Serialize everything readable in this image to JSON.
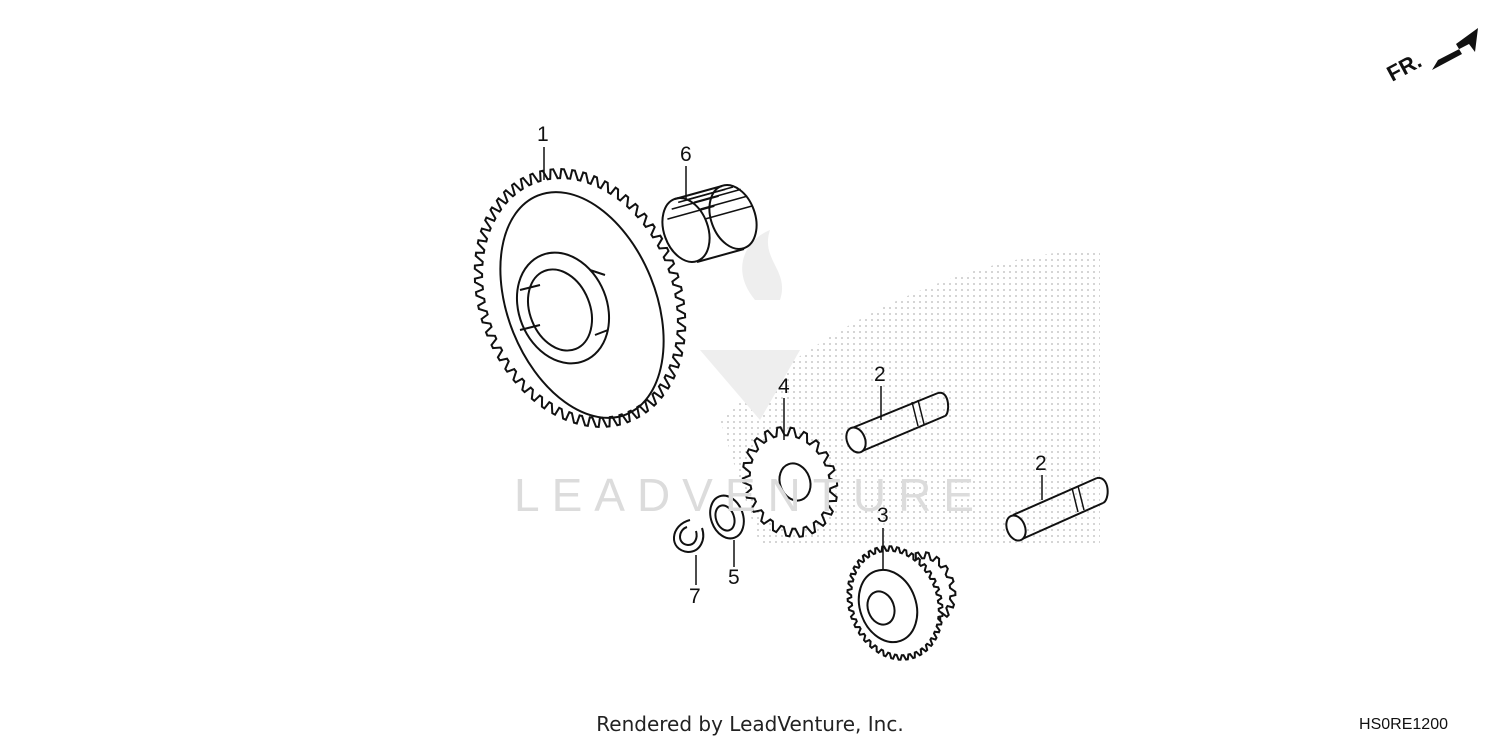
{
  "diagram_code": "HS0RE1200",
  "footer": "Rendered by LeadVenture, Inc.",
  "watermark": "LEADVENTURE",
  "direction_arrow": {
    "label": "FR.",
    "icon": "front-direction-arrow-icon"
  },
  "callouts": [
    {
      "id": "c1",
      "number": "1",
      "part": "large-gear"
    },
    {
      "id": "c6",
      "number": "6",
      "part": "needle-bearing"
    },
    {
      "id": "c4",
      "number": "4",
      "part": "small-gear"
    },
    {
      "id": "c2a",
      "number": "2",
      "part": "shaft-pin-upper"
    },
    {
      "id": "c2b",
      "number": "2",
      "part": "shaft-pin-lower"
    },
    {
      "id": "c3",
      "number": "3",
      "part": "double-gear"
    },
    {
      "id": "c5",
      "number": "5",
      "part": "washer"
    },
    {
      "id": "c7",
      "number": "7",
      "part": "snap-ring"
    }
  ]
}
